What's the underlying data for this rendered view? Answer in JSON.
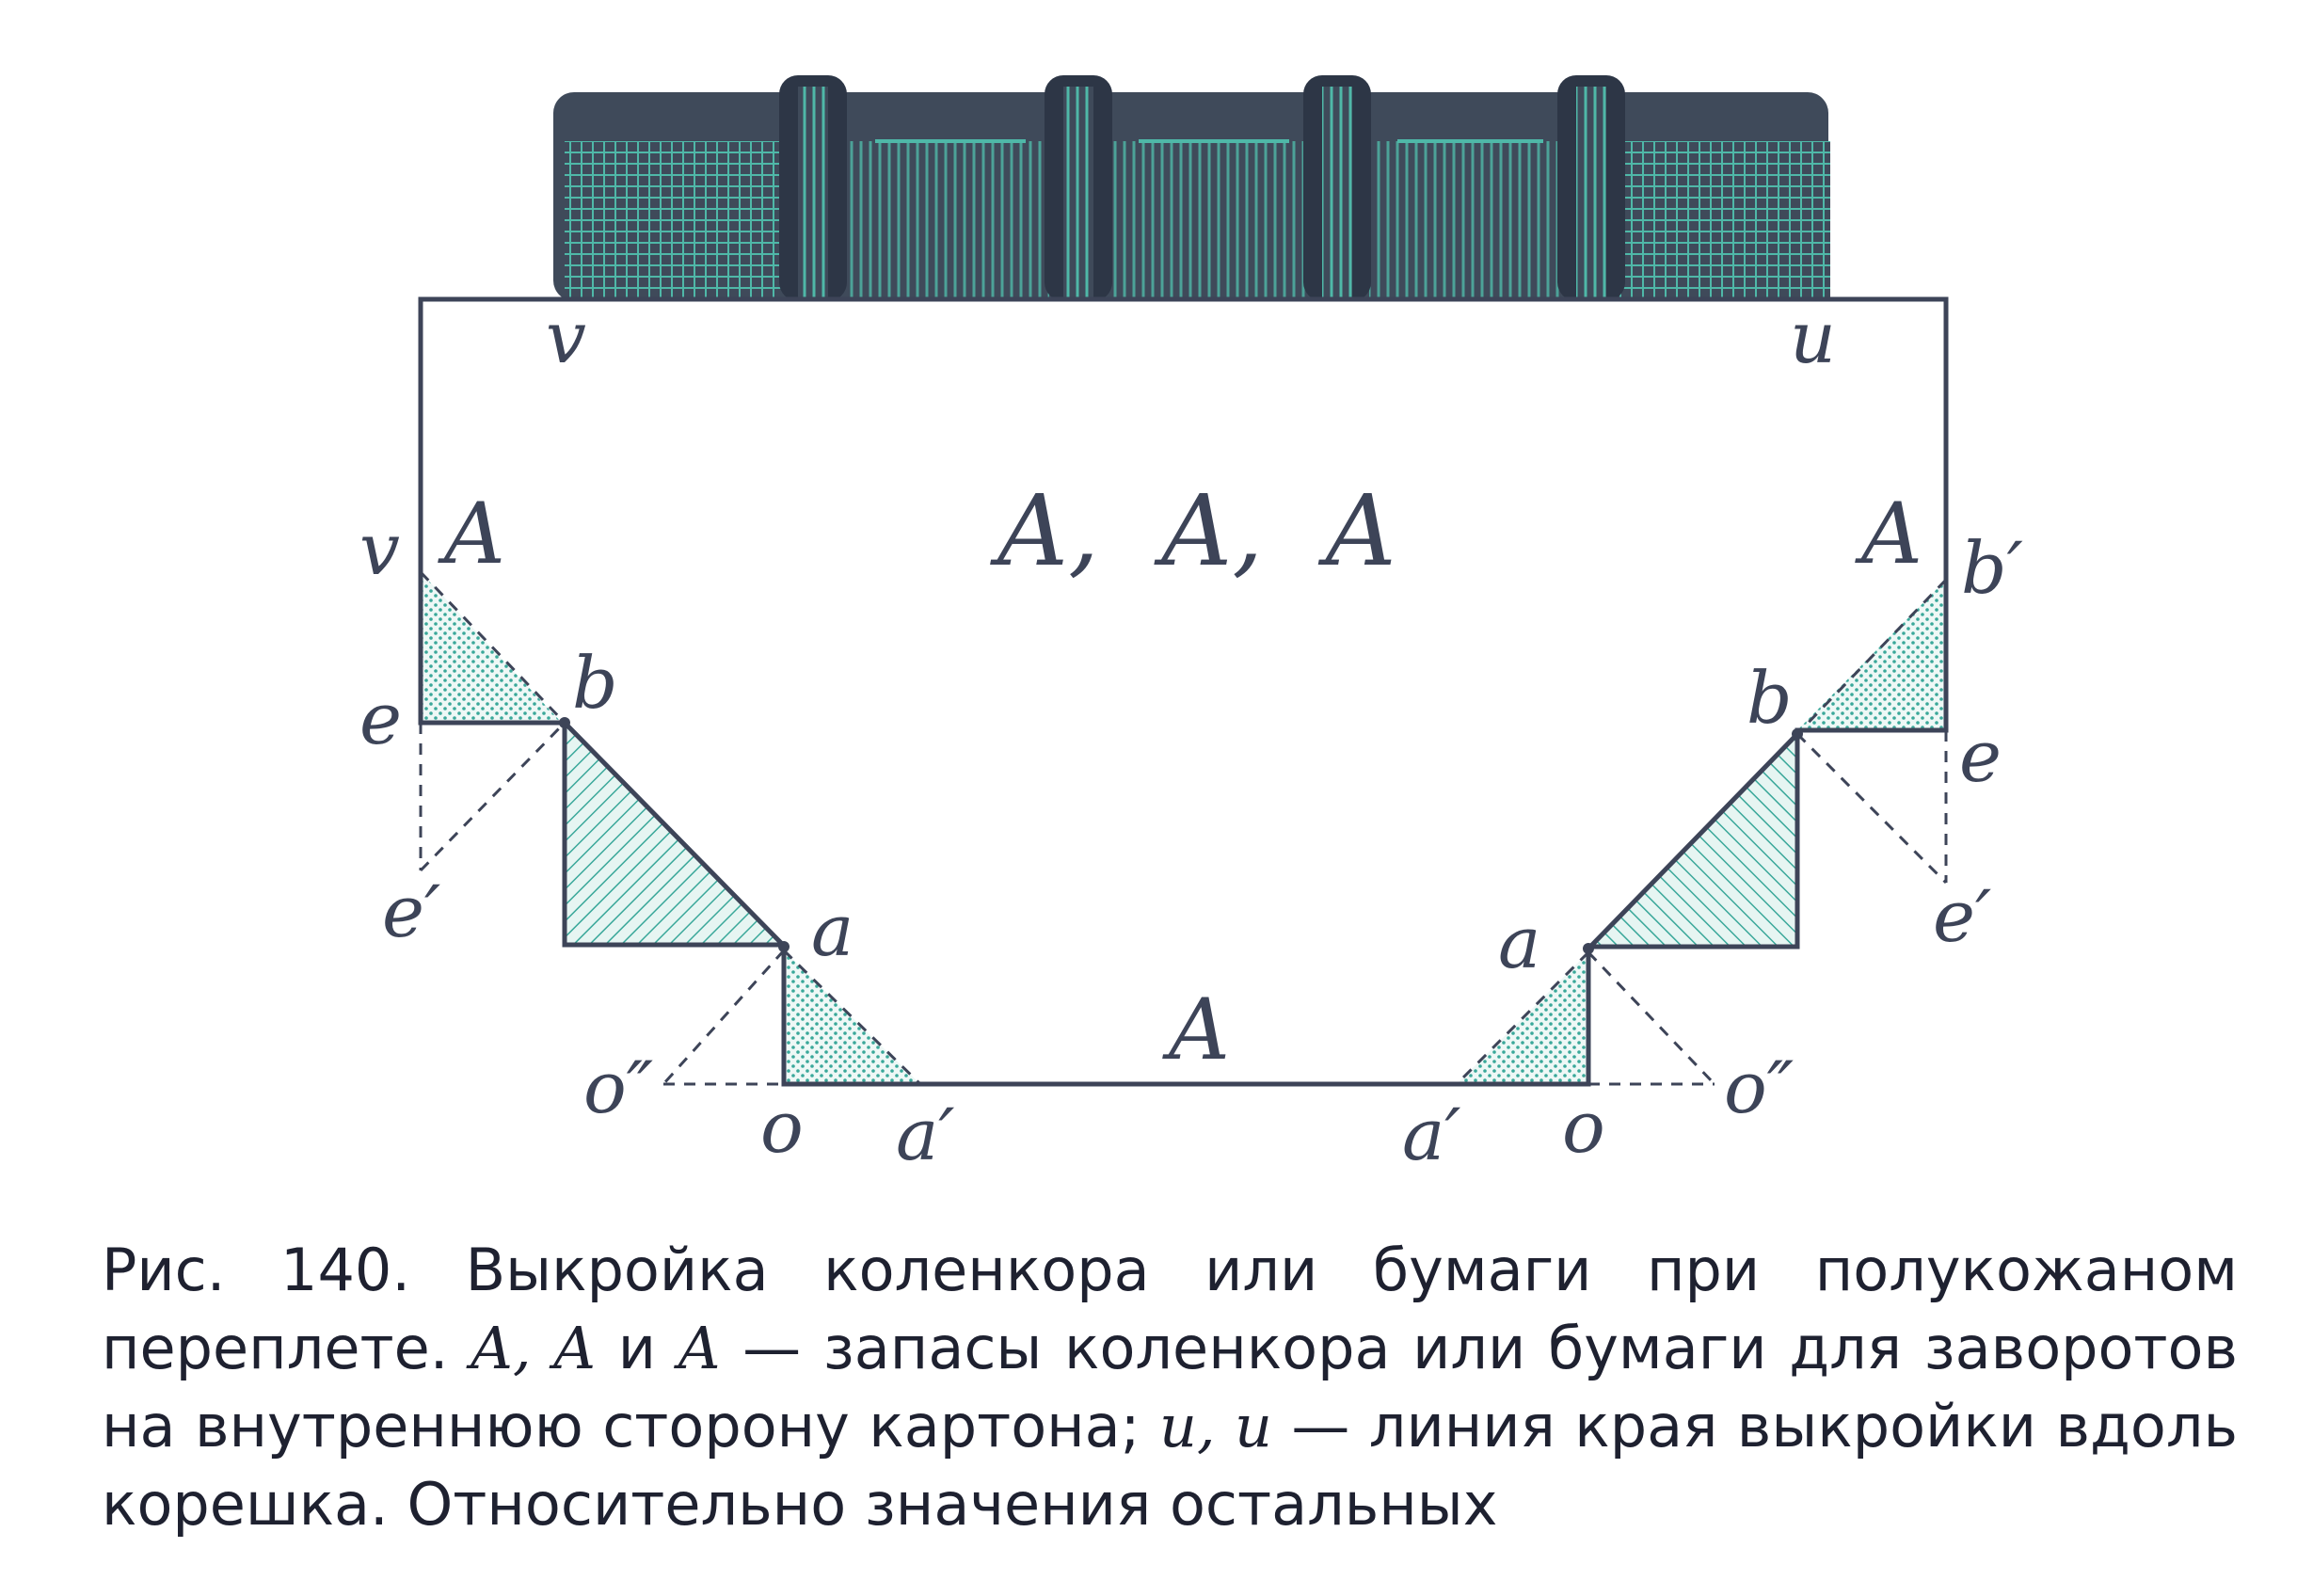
{
  "colors": {
    "line": "#3d4458",
    "hatch": "#3aa89a",
    "hatch_fill": "#e6f5f2",
    "spine": "#3f4a5a",
    "spine_band": "#2d3646",
    "spine_accent": "#4fb8a8"
  },
  "diagram": {
    "labels": {
      "v_top": "v",
      "u_top": "u",
      "center": "A,  A,  A",
      "v_left": "v",
      "A_left": "A",
      "A_right": "A",
      "b_prime_right": "b′",
      "b_left": "b",
      "b_right": "b",
      "e_left": "e",
      "e_right": "e",
      "e_prime_left": "e′",
      "e_prime_right": "e′",
      "a_left": "a",
      "a_right": "a",
      "A_bottom": "A",
      "o_dblprime_left": "o″",
      "o_dblprime_right": "o″",
      "o_left": "o",
      "o_right": "o",
      "a_prime_left": "a′",
      "a_prime_right": "a′"
    }
  },
  "caption": {
    "part1": "Рис. 140. Выкройка коленкора или бумаги при полукожаном переплете. ",
    "math1": "A, A",
    "part2": " и ",
    "math2": "A",
    "part3": " — запасы коленкора или бумаги для заворотов на внутреннюю сторону картона; ",
    "math3": "u, u",
    "part4": " — линия края выкройки вдоль корешка. Относительно значения остальных"
  }
}
